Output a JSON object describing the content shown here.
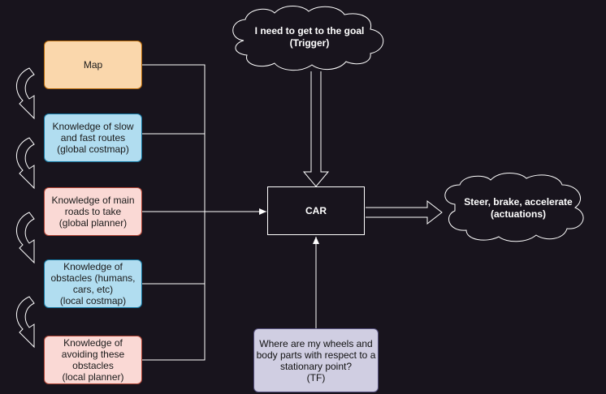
{
  "nodes": {
    "map": "Map",
    "global_costmap": "Knowledge of slow\nand fast routes\n(global costmap)",
    "global_planner": "Knowledge of main\nroads to take\n(global planner)",
    "local_costmap": "Knowledge of\nobstacles (humans,\ncars, etc)\n(local costmap)",
    "local_planner": "Knowledge of\navoiding these\nobstacles\n(local planner)",
    "car": "CAR",
    "tf": "Where are my wheels and\nbody parts with respect to a\nstationary point?\n(TF)"
  },
  "clouds": {
    "trigger": "I need to get to the goal\n(Trigger)",
    "actuations": "Steer, brake, accelerate\n(actuations)"
  },
  "colors": {
    "background": "#18141d",
    "orange": "#fad7ac",
    "blue": "#b1ddf0",
    "red": "#fad9d5",
    "purple": "#d0cee2",
    "line": "#ffffff"
  }
}
